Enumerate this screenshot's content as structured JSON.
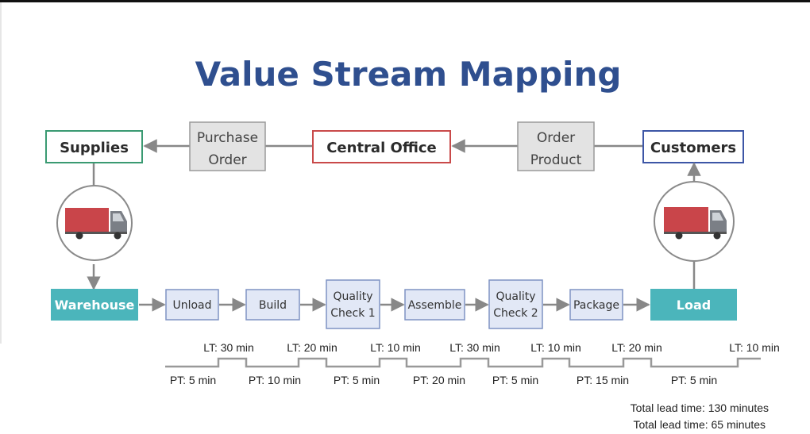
{
  "title": "Value Stream Mapping",
  "colors": {
    "title": "#2f4f8f",
    "supplies_border": "#3a9a72",
    "central_border": "#c94a4a",
    "customers_border": "#3d56a6",
    "info_fill": "#e3e3e3",
    "info_border": "#9a9a9a",
    "process_fill": "#e2e8f6",
    "process_border": "#7f93c4",
    "teal": "#4bb5bb",
    "connector": "#888888",
    "truck_body": "#c9454a",
    "truck_cab": "#7b7f86"
  },
  "top_row": {
    "supplies": "Supplies",
    "purchase_order": [
      "Purchase",
      "Order"
    ],
    "central_office": "Central Office",
    "order_product": [
      "Order",
      "Product"
    ],
    "customers": "Customers"
  },
  "process_row": {
    "warehouse": "Warehouse",
    "steps": [
      {
        "id": "unload",
        "lines": [
          "Unload"
        ]
      },
      {
        "id": "build",
        "lines": [
          "Build"
        ]
      },
      {
        "id": "quality-check-1",
        "lines": [
          "Quality",
          "Check 1"
        ]
      },
      {
        "id": "assemble",
        "lines": [
          "Assemble"
        ]
      },
      {
        "id": "quality-check-2",
        "lines": [
          "Quality",
          "Check 2"
        ]
      },
      {
        "id": "package",
        "lines": [
          "Package"
        ]
      }
    ],
    "load": "Load"
  },
  "timeline": {
    "lead_times": [
      "LT: 30 min",
      "LT: 20 min",
      "LT: 10 min",
      "LT: 30 min",
      "LT: 10 min",
      "LT: 20 min",
      "LT: 10 min"
    ],
    "process_times": [
      "PT: 5 min",
      "PT: 10 min",
      "PT: 5 min",
      "PT: 20 min",
      "PT: 5 min",
      "PT: 15 min",
      "PT: 5 min"
    ]
  },
  "totals": [
    "Total lead time: 130 minutes",
    "Total lead time: 65 minutes"
  ]
}
